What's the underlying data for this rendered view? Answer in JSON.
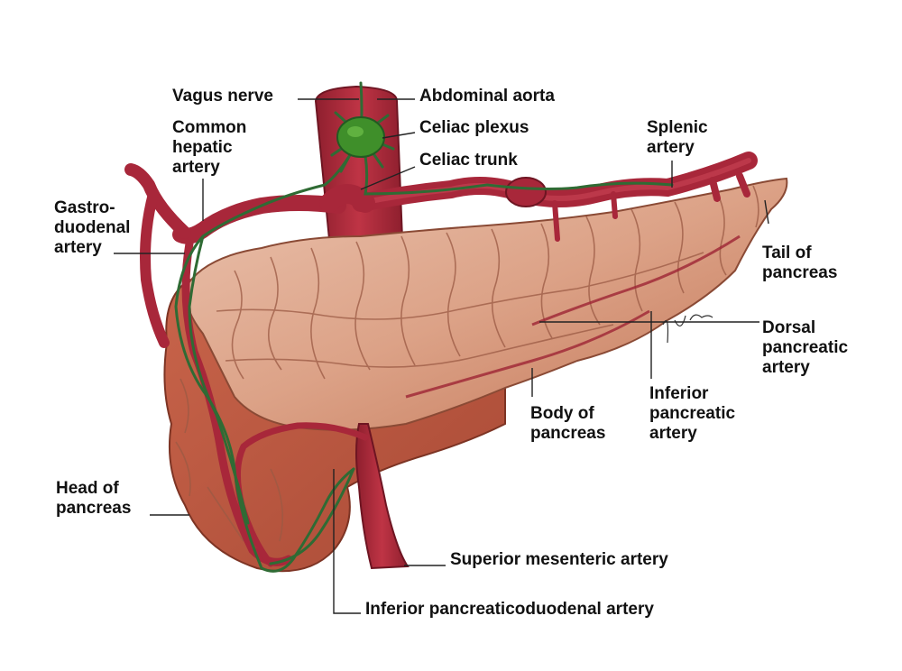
{
  "labels": {
    "vagus_nerve": "Vagus nerve",
    "abdominal_aorta": "Abdominal aorta",
    "common_hepatic_artery": "Common\nhepatic\nartery",
    "celiac_plexus": "Celiac plexus",
    "celiac_trunk": "Celiac trunk",
    "splenic_artery": "Splenic\nartery",
    "gastroduodenal_artery": "Gastro-\nduodenal\nartery",
    "tail_of_pancreas": "Tail of\npancreas",
    "dorsal_pancreatic_artery": "Dorsal\npancreatic\nartery",
    "inferior_pancreatic_artery": "Inferior\npancreatic\nartery",
    "body_of_pancreas": "Body of\npancreas",
    "head_of_pancreas": "Head of\npancreas",
    "superior_mesenteric_artery": "Superior mesenteric artery",
    "inferior_pancreaticoduodenal_artery": "Inferior pancreaticoduodenal artery"
  },
  "colors": {
    "artery": "#a8273a",
    "artery_dark": "#7a1726",
    "nerve": "#2f6b34",
    "plexus": "#3f8f2a",
    "pancreas_light": "#e7b8a0",
    "pancreas_mid": "#d48a6a",
    "pancreas_dark": "#b0553f",
    "leader": "#222222"
  }
}
